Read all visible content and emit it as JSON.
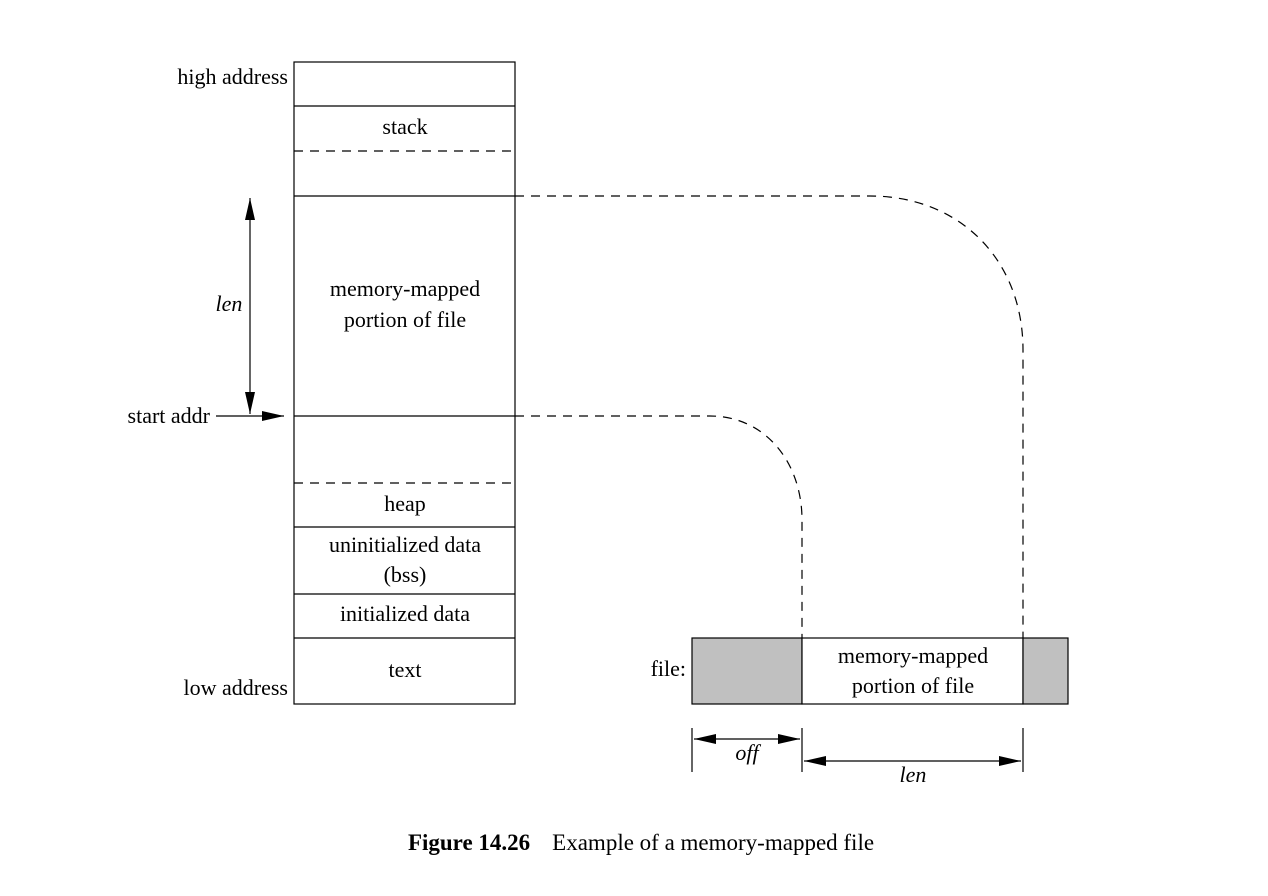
{
  "memory_layout": {
    "high_address": "high address",
    "low_address": "low address",
    "start_addr": "start addr",
    "len": "len",
    "segments": {
      "stack": "stack",
      "mapped_line1": "memory-mapped",
      "mapped_line2": "portion of file",
      "heap": "heap",
      "bss_line1": "uninitialized data",
      "bss_line2": "(bss)",
      "data": "initialized data",
      "text": "text"
    }
  },
  "file": {
    "label": "file:",
    "mapped_line1": "memory-mapped",
    "mapped_line2": "portion of file",
    "off": "off",
    "len": "len"
  },
  "caption": {
    "number": "Figure 14.26",
    "text": "Example of a memory-mapped file"
  }
}
